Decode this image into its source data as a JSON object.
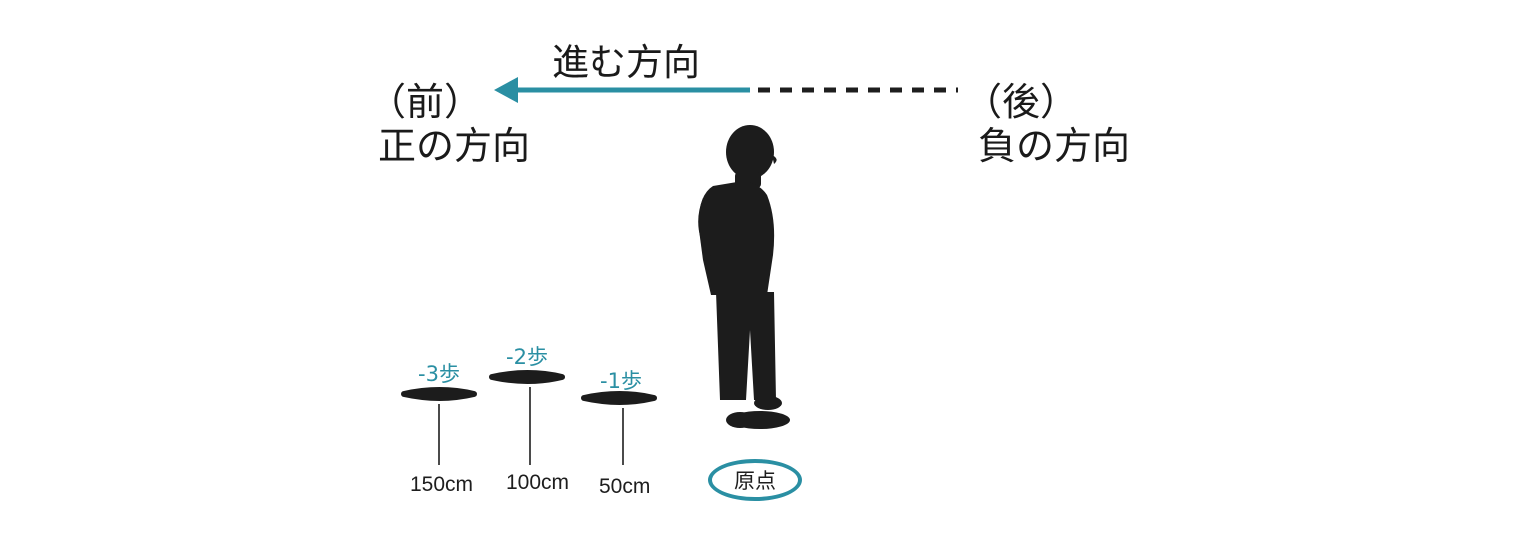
{
  "direction": {
    "label": "進む方向",
    "front_label": "（前）",
    "positive_label": "正の方向",
    "back_label": "（後）",
    "negative_label": "負の方向",
    "arrow_color": "#2a8fa3"
  },
  "steps": [
    {
      "label": "-3歩",
      "distance": "150cm"
    },
    {
      "label": "-2歩",
      "distance": "100cm"
    },
    {
      "label": "-1歩",
      "distance": "50cm"
    }
  ],
  "origin": {
    "label": "原点"
  },
  "icons": {
    "person": "person-silhouette-icon",
    "footprint": "footprint-icon"
  },
  "colors": {
    "accent": "#2a8fa3",
    "ink": "#1e1e1e"
  }
}
